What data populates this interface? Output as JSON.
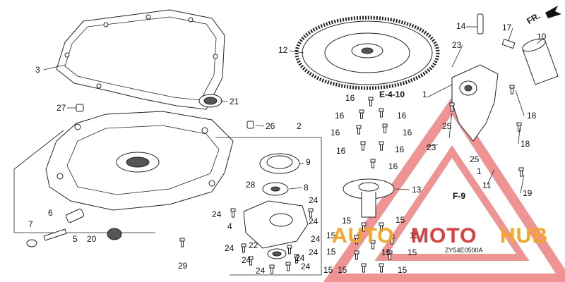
{
  "diagram": {
    "labels": {
      "p1a": "1",
      "p1b": "1",
      "p2": "2",
      "p3": "3",
      "p4": "4",
      "p5": "5",
      "p6": "6",
      "p7": "7",
      "p8": "8",
      "p9": "9",
      "p10": "10",
      "p11": "11",
      "p12": "12",
      "p13": "13",
      "p14": "14",
      "p17": "17",
      "p18a": "18",
      "p18b": "18",
      "p19": "19",
      "p20": "20",
      "p21": "21",
      "p22": "22",
      "p23a": "23",
      "p23b": "23",
      "p24a": "24",
      "p24b": "24",
      "p24c": "24",
      "p24d": "24",
      "p24e": "24",
      "p24f": "24",
      "p24g": "24",
      "p24h": "24",
      "p24i": "24",
      "p24j": "24",
      "p25a": "25",
      "p25b": "25",
      "p26": "26",
      "p27": "27",
      "p28": "28",
      "p29": "29",
      "p16a": "16",
      "p16b": "16",
      "p16c": "16",
      "p16d": "16",
      "p16e": "16",
      "p16f": "16",
      "p16g": "16",
      "p16h": "16",
      "p15a": "15",
      "p15b": "15",
      "p15c": "15",
      "p15d": "15",
      "p15e": "15",
      "p15f": "15",
      "p15g": "15",
      "p15h": "15",
      "p15i": "15",
      "p15j": "15"
    },
    "refs": {
      "e410": "E-4-10",
      "f9": "F-9",
      "front": "FR."
    },
    "diagram_code": "ZY54E0500A"
  },
  "watermark": {
    "auto": "AUTO",
    "moto": "MOTO",
    "hub": "HUB",
    "orange": "#f5a623",
    "red": "#e23b3b"
  }
}
